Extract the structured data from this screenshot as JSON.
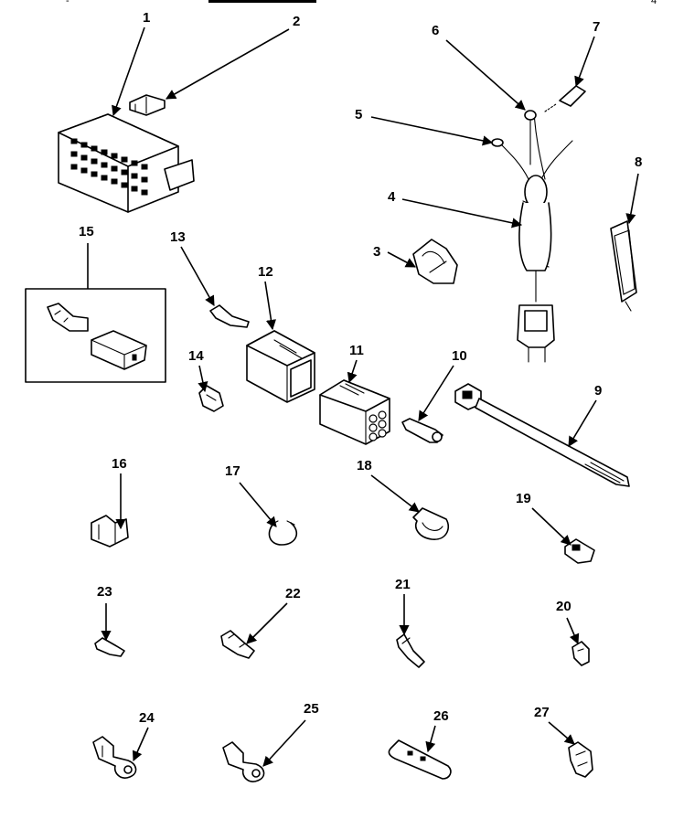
{
  "header": {
    "left_mark": "-",
    "center_text": "",
    "right_mark": "4"
  },
  "callouts": {
    "c1": "1",
    "c2": "2",
    "c3": "3",
    "c4": "4",
    "c5": "5",
    "c6": "6",
    "c7": "7",
    "c8": "8",
    "c9": "9",
    "c10": "10",
    "c11": "11",
    "c12": "12",
    "c13": "13",
    "c14": "14",
    "c15": "15",
    "c16": "16",
    "c17": "17",
    "c18": "18",
    "c19": "19",
    "c20": "20",
    "c21": "21",
    "c22": "22",
    "c23": "23",
    "c24": "24",
    "c25": "25",
    "c26": "26",
    "c27": "27"
  },
  "colors": {
    "ink": "#000000",
    "paper": "#ffffff"
  }
}
